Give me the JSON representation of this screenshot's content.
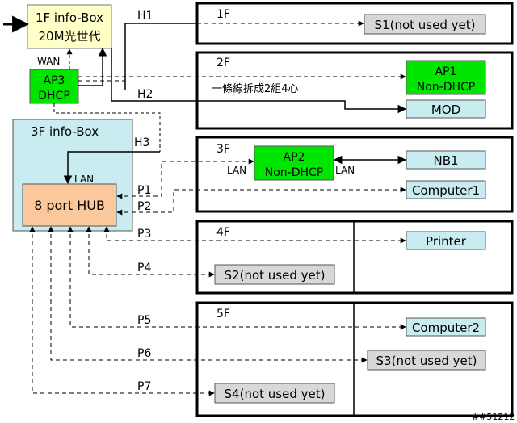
{
  "boxes": {
    "info_box_1f": {
      "line1": "1F info-Box",
      "line2": "20M光世代"
    },
    "ap3": {
      "line1": "AP3",
      "line2": "DHCP"
    },
    "info_box_3f": "3F info-Box",
    "hub": "8 port HUB",
    "s1": "S1(not used yet)",
    "ap1": {
      "line1": "AP1",
      "line2": "Non-DHCP"
    },
    "mod": "MOD",
    "ap2": {
      "line1": "AP2",
      "line2": "Non-DHCP"
    },
    "nb1": "NB1",
    "computer1": "Computer1",
    "printer": "Printer",
    "s2": "S2(not used yet)",
    "computer2": "Computer2",
    "s3": "S3(not used yet)",
    "s4": "S4(not used yet)"
  },
  "floors": {
    "f1": "1F",
    "f2": "2F",
    "f3": "3F",
    "f4": "4F",
    "f5": "5F"
  },
  "lines": {
    "h1": "H1",
    "h2": "H2",
    "h3": "H3",
    "p1": "P1",
    "p2": "P2",
    "p3": "P3",
    "p4": "P4",
    "p5": "P5",
    "p6": "P6",
    "p7": "P7"
  },
  "ports": {
    "wan": "WAN",
    "lan_hub": "LAN",
    "lan_ap2_left": "LAN",
    "lan_ap2_right": "LAN"
  },
  "note": "一條線拆成2組4心",
  "watermark": "##51212",
  "colors": {
    "info_box_1f": "#ffffc8",
    "ap_green": "#00e600",
    "device_cyan": "#c8ecf0",
    "hub_orange": "#fbc89c",
    "info_box_3f": "#c8ecf0",
    "unused_gray": "#d8d8d8"
  }
}
